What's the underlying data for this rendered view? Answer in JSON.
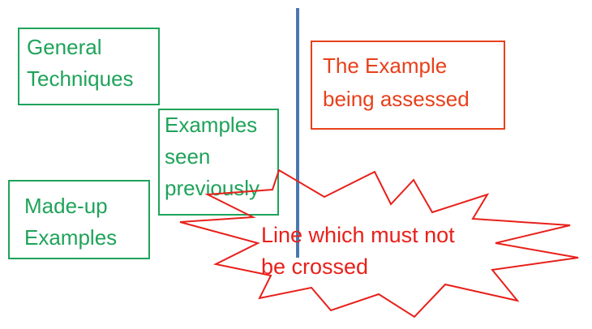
{
  "colors": {
    "green": "#1fa35a",
    "orange_red": "#e8401a",
    "red": "#e8201a",
    "line_blue": "#4a78b0"
  },
  "boxes": {
    "general_techniques": "General\nTechniques",
    "examples_seen_previously": "Examples\nseen\npreviously",
    "made_up_examples": "Made-up\nExamples",
    "example_being_assessed": "The Example\nbeing assessed"
  },
  "callout": {
    "text": "Line which must not\nbe crossed"
  }
}
